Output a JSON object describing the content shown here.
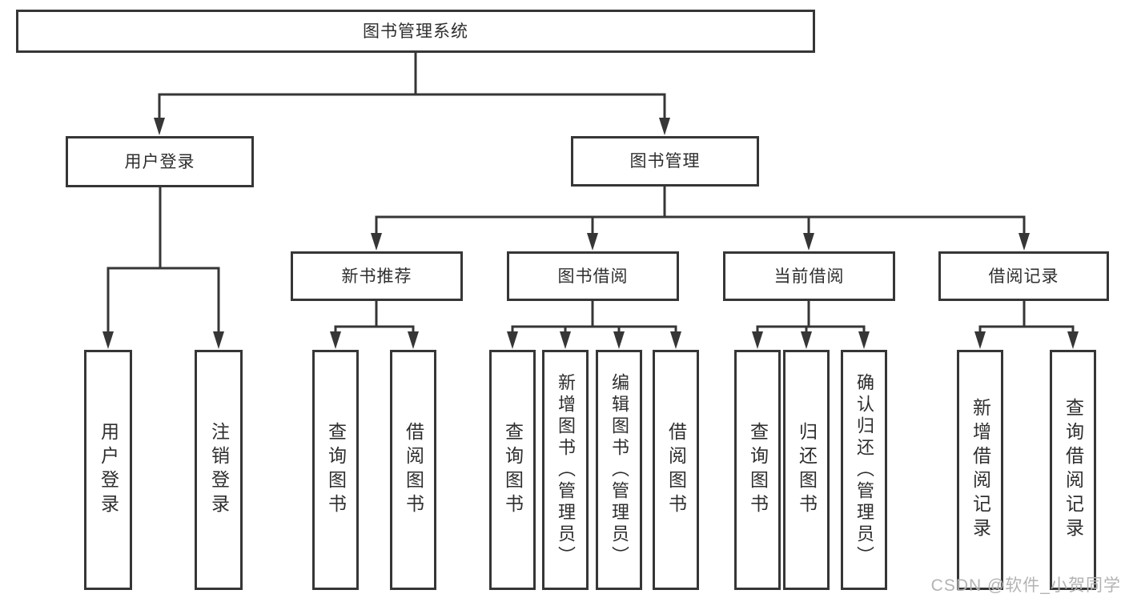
{
  "tree": {
    "root": {
      "label": "图书管理系统"
    },
    "level2": {
      "user_login": {
        "label": "用户登录"
      },
      "book_mgmt": {
        "label": "图书管理"
      }
    },
    "level3": {
      "new_book_rec": {
        "label": "新书推荐"
      },
      "book_borrow": {
        "label": "图书借阅"
      },
      "current_borrow": {
        "label": "当前借阅"
      },
      "borrow_records": {
        "label": "借阅记录"
      }
    },
    "leaves": {
      "login_user_login": {
        "label": "用户登录"
      },
      "login_logout": {
        "label": "注销登录"
      },
      "rec_query_books": {
        "label": "查询图书"
      },
      "rec_borrow_books": {
        "label": "借阅图书"
      },
      "bb_query_books": {
        "label": "查询图书"
      },
      "bb_add_books": {
        "label": "新增图书（管理员）"
      },
      "bb_edit_books": {
        "label": "编辑图书（管理员）"
      },
      "bb_borrow_books": {
        "label": "借阅图书"
      },
      "cb_query_books": {
        "label": "查询图书"
      },
      "cb_return_books": {
        "label": "归还图书"
      },
      "cb_confirm_return": {
        "label": "确认归还（管理员）"
      },
      "br_add_record": {
        "label": "新增借阅记录"
      },
      "br_query_record": {
        "label": "查询借阅记录"
      }
    }
  },
  "watermark": "CSDN @软件_小贺同学",
  "colors": {
    "line": "#363636",
    "border": "#363636",
    "text": "#2e2e2e",
    "watermark": "#b3b3b3",
    "background": "#ffffff"
  }
}
